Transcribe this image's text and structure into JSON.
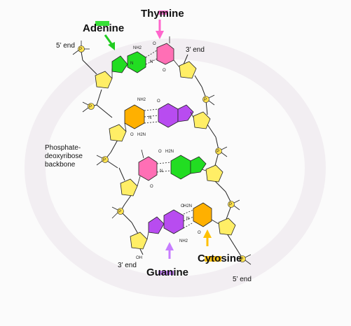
{
  "labels": {
    "adenine": "Adenine",
    "thymine": "Thymine",
    "guanine": "Guanine",
    "cytosine": "Cytosine",
    "five_end_top": "5’ end",
    "three_end_top": "3’ end",
    "three_end_bottom": "3’ end",
    "five_end_bottom": "5’ end",
    "backbone_line1": "Phosphate-",
    "backbone_line2": "deoxyribose",
    "backbone_line3": "backbone"
  },
  "atoms": {
    "p": "P",
    "o": "O",
    "n": "N",
    "nh2": "NH2",
    "h2n": "H2N",
    "oh": "OH"
  },
  "colors": {
    "adenine": "#22dd22",
    "thymine": "#ff6fb5",
    "guanine": "#b84cf0",
    "cytosine": "#ffb000",
    "sugar": "#ffee66",
    "phosphate": "#ffe24d",
    "arrow_adenine": "#22cc22",
    "arrow_thymine": "#ff66cc",
    "arrow_guanine": "#c77dff",
    "arrow_cytosine": "#ffc000"
  }
}
